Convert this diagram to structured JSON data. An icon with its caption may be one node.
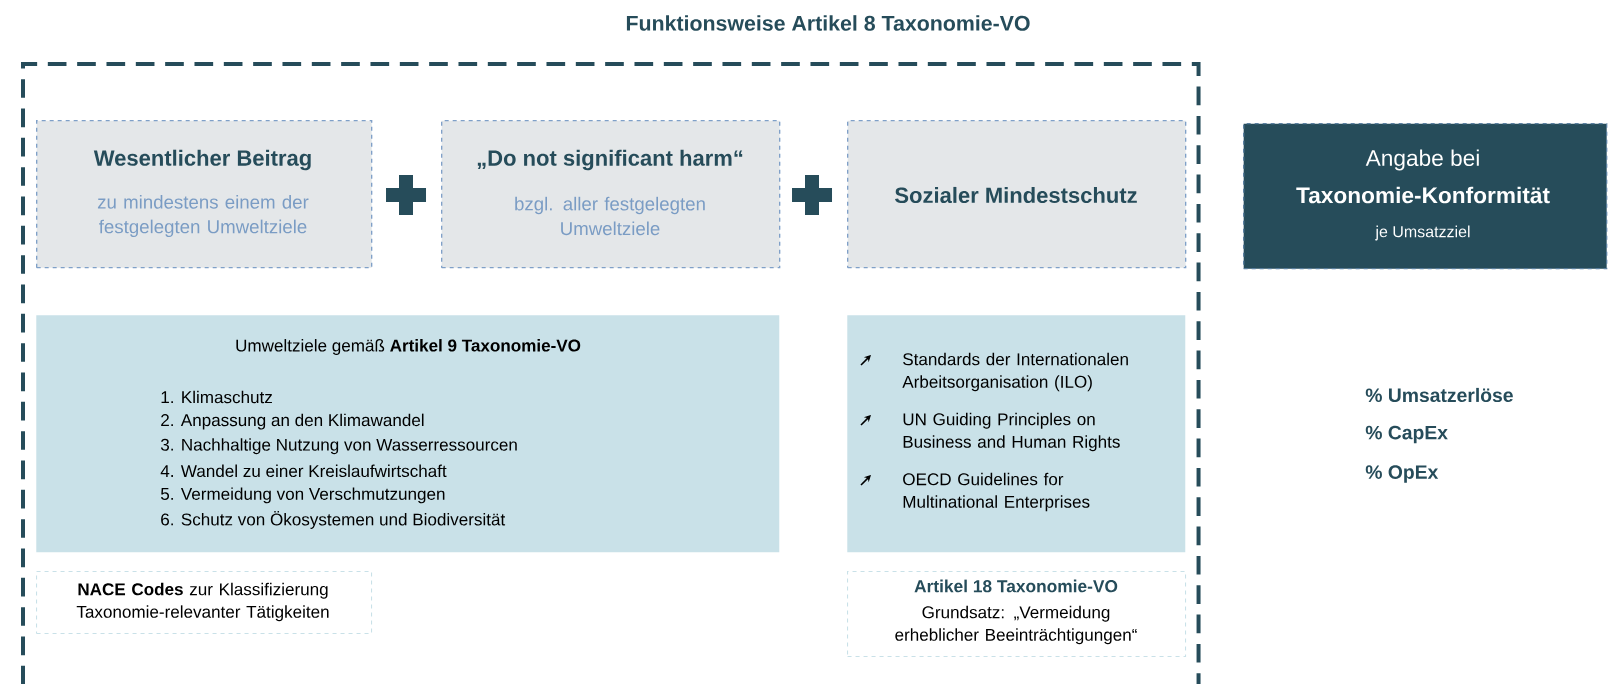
{
  "diagram": {
    "nodes": [
      {
        "text": [
          "Funktionsweise Artikel 8 Taxonomie-VO"
        ]
      },
      {
        "text": [
          "Wesentlicher Beitrag",
          "zu mindestens einem der festgelegten Umweltziele"
        ],
        "in": 0
      },
      {
        "text": [
          "„Do not significant harm“",
          "bzgl. aller festgelegten Umweltziele"
        ],
        "in": 0
      },
      {
        "text": [
          "Sozialer Mindestschutz"
        ],
        "in": 0
      },
      {
        "text": [
          "Umweltziele gemäß **Artikel 9 Taxonomie-VO**",
          "1. Klimaschutz",
          "2. Anpassung an den Klimawandel",
          "3. Nachhaltige Nutzung von Wasserressourcen",
          "4. Wandel zu einer Kreislaufwirtschaft",
          "5. Vermeidung von Verschmutzungen",
          "6. Schutz von Ökosystemen und Biodiversität"
        ],
        "in": 0
      },
      {
        "text": [
          "**NACE Codes** zur Klassifizierung Taxonomie-relevanter Tätigkeiten"
        ],
        "in": 0
      },
      {
        "text": [
          "Standards der Internationalen Arbeitsorganisation (ILO)",
          "UN Guiding Principles on Business and Human Rights",
          "OECD Guidelines for Multinational Enterprises"
        ],
        "in": 0
      },
      {
        "text": [
          "Artikel 18 Taxonomie-VO",
          "Grundsatz: „Vermeidung erheblicher Beeinträchtigungen“"
        ],
        "in": 0
      },
      {
        "text": [
          "Angabe bei",
          "Taxonomie-Konformität",
          "je Umsatzziel"
        ]
      }
    ],
    "labels": [
      "% Umsatzerlöse",
      "% CapEx",
      "% OpEx"
    ]
  }
}
